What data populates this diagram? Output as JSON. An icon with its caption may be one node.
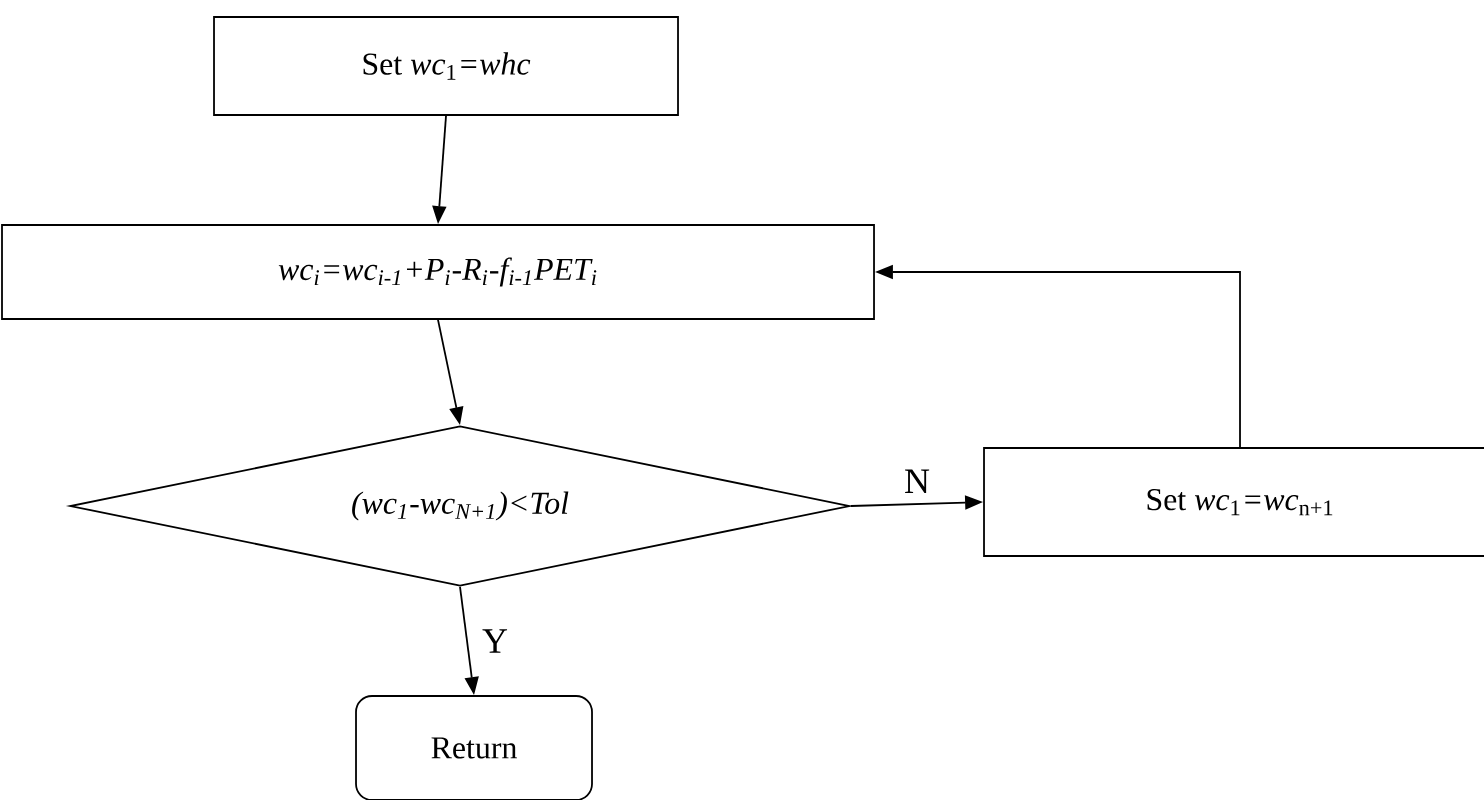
{
  "diagram": {
    "nodes": [
      {
        "text": [
          "Set *wc*$_{1}$*=whc*"
        ]
      },
      {
        "text": [
          "wc$_{i}$=wc$_{i-1}$+P$_{i}$-R$_{i}$-f$_{i-1}$PET$_{i}$"
        ]
      },
      {
        "text": [
          "(wc$_{1}$-wc$_{N+1}$)<Tol"
        ]
      },
      {
        "text": [
          "Set *wc*$_{1}$*=wc*$_{n+1}$"
        ]
      },
      {
        "text": [
          "Return"
        ]
      }
    ],
    "edges": [
      {
        "from": 0,
        "to": 1,
        "arrow": "to"
      },
      {
        "from": 1,
        "to": 2,
        "arrow": "to"
      },
      {
        "from": 2,
        "to": 3,
        "arrow": "to",
        "label": "N"
      },
      {
        "from": 2,
        "to": 4,
        "arrow": "to",
        "label": "Y"
      },
      {
        "from": 3,
        "to": 1,
        "arrow": "to"
      }
    ]
  }
}
